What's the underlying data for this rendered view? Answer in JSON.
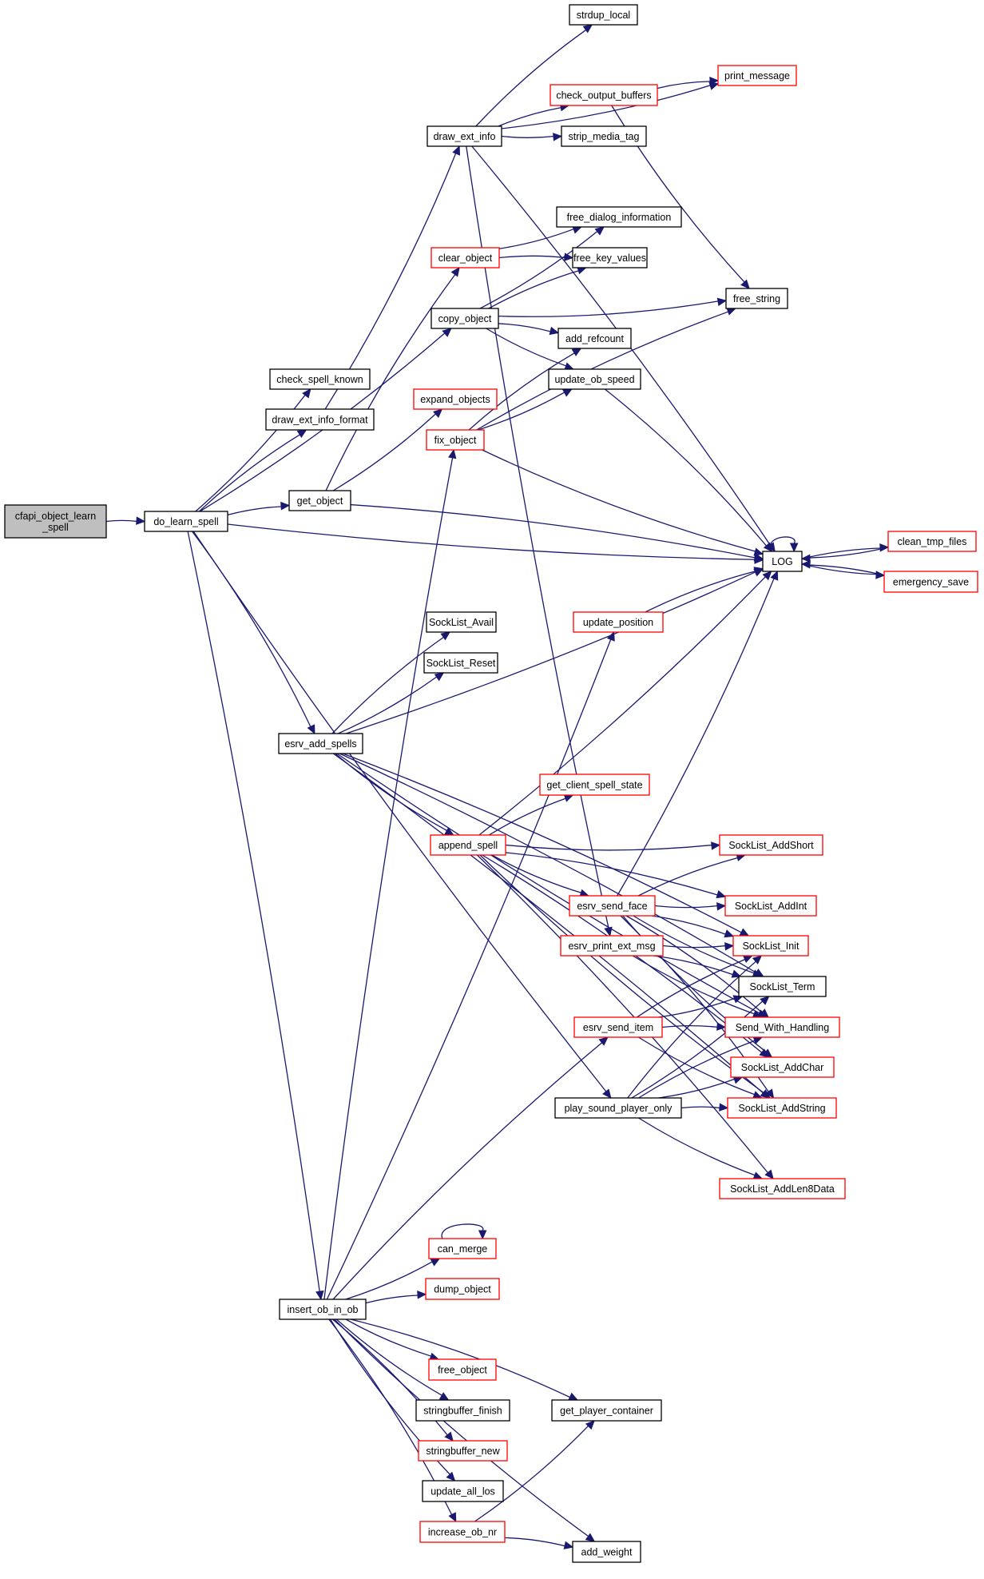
{
  "diagram": {
    "type": "call-graph",
    "colors": {
      "edge": "#191970",
      "root_fill": "#bfbfbf",
      "root_border": "#000000",
      "normal_border": "#000000",
      "truncated_border": "#ff0000",
      "node_fill": "#ffffff"
    },
    "nodes": [
      {
        "id": "cfapi_object_learn_spell",
        "label": [
          "cfapi_object_learn",
          "_spell"
        ],
        "style": "root"
      },
      {
        "id": "do_learn_spell",
        "label": [
          "do_learn_spell"
        ],
        "style": "normal"
      },
      {
        "id": "check_spell_known",
        "label": [
          "check_spell_known"
        ],
        "style": "normal"
      },
      {
        "id": "draw_ext_info_format",
        "label": [
          "draw_ext_info_format"
        ],
        "style": "normal"
      },
      {
        "id": "get_object",
        "label": [
          "get_object"
        ],
        "style": "normal"
      },
      {
        "id": "esrv_add_spells",
        "label": [
          "esrv_add_spells"
        ],
        "style": "normal"
      },
      {
        "id": "insert_ob_in_ob",
        "label": [
          "insert_ob_in_ob"
        ],
        "style": "normal"
      },
      {
        "id": "draw_ext_info",
        "label": [
          "draw_ext_info"
        ],
        "style": "normal"
      },
      {
        "id": "strdup_local",
        "label": [
          "strdup_local"
        ],
        "style": "normal"
      },
      {
        "id": "print_message",
        "label": [
          "print_message"
        ],
        "style": "truncated"
      },
      {
        "id": "check_output_buffers",
        "label": [
          "check_output_buffers"
        ],
        "style": "truncated"
      },
      {
        "id": "strip_media_tag",
        "label": [
          "strip_media_tag"
        ],
        "style": "normal"
      },
      {
        "id": "free_dialog_information",
        "label": [
          "free_dialog_information"
        ],
        "style": "normal"
      },
      {
        "id": "clear_object",
        "label": [
          "clear_object"
        ],
        "style": "truncated"
      },
      {
        "id": "free_key_values",
        "label": [
          "free_key_values"
        ],
        "style": "normal"
      },
      {
        "id": "free_string",
        "label": [
          "free_string"
        ],
        "style": "normal"
      },
      {
        "id": "copy_object",
        "label": [
          "copy_object"
        ],
        "style": "normal"
      },
      {
        "id": "add_refcount",
        "label": [
          "add_refcount"
        ],
        "style": "normal"
      },
      {
        "id": "update_ob_speed",
        "label": [
          "update_ob_speed"
        ],
        "style": "normal"
      },
      {
        "id": "expand_objects",
        "label": [
          "expand_objects"
        ],
        "style": "truncated"
      },
      {
        "id": "fix_object",
        "label": [
          "fix_object"
        ],
        "style": "truncated"
      },
      {
        "id": "LOG",
        "label": [
          "LOG"
        ],
        "style": "normal"
      },
      {
        "id": "clean_tmp_files",
        "label": [
          "clean_tmp_files"
        ],
        "style": "truncated"
      },
      {
        "id": "emergency_save",
        "label": [
          "emergency_save"
        ],
        "style": "truncated"
      },
      {
        "id": "SockList_Avail",
        "label": [
          "SockList_Avail"
        ],
        "style": "normal"
      },
      {
        "id": "SockList_Reset",
        "label": [
          "SockList_Reset"
        ],
        "style": "normal"
      },
      {
        "id": "update_position",
        "label": [
          "update_position"
        ],
        "style": "truncated"
      },
      {
        "id": "get_client_spell_state",
        "label": [
          "get_client_spell_state"
        ],
        "style": "truncated"
      },
      {
        "id": "append_spell",
        "label": [
          "append_spell"
        ],
        "style": "truncated"
      },
      {
        "id": "SockList_AddShort",
        "label": [
          "SockList_AddShort"
        ],
        "style": "truncated"
      },
      {
        "id": "esrv_send_face",
        "label": [
          "esrv_send_face"
        ],
        "style": "truncated"
      },
      {
        "id": "SockList_AddInt",
        "label": [
          "SockList_AddInt"
        ],
        "style": "truncated"
      },
      {
        "id": "esrv_print_ext_msg",
        "label": [
          "esrv_print_ext_msg"
        ],
        "style": "truncated"
      },
      {
        "id": "SockList_Init",
        "label": [
          "SockList_Init"
        ],
        "style": "truncated"
      },
      {
        "id": "SockList_Term",
        "label": [
          "SockList_Term"
        ],
        "style": "normal"
      },
      {
        "id": "esrv_send_item",
        "label": [
          "esrv_send_item"
        ],
        "style": "truncated"
      },
      {
        "id": "Send_With_Handling",
        "label": [
          "Send_With_Handling"
        ],
        "style": "truncated"
      },
      {
        "id": "SockList_AddChar",
        "label": [
          "SockList_AddChar"
        ],
        "style": "truncated"
      },
      {
        "id": "play_sound_player_only",
        "label": [
          "play_sound_player_only"
        ],
        "style": "normal"
      },
      {
        "id": "SockList_AddString",
        "label": [
          "SockList_AddString"
        ],
        "style": "truncated"
      },
      {
        "id": "SockList_AddLen8Data",
        "label": [
          "SockList_AddLen8Data"
        ],
        "style": "truncated"
      },
      {
        "id": "can_merge",
        "label": [
          "can_merge"
        ],
        "style": "truncated"
      },
      {
        "id": "dump_object",
        "label": [
          "dump_object"
        ],
        "style": "truncated"
      },
      {
        "id": "free_object",
        "label": [
          "free_object"
        ],
        "style": "truncated"
      },
      {
        "id": "stringbuffer_finish",
        "label": [
          "stringbuffer_finish"
        ],
        "style": "normal"
      },
      {
        "id": "get_player_container",
        "label": [
          "get_player_container"
        ],
        "style": "normal"
      },
      {
        "id": "stringbuffer_new",
        "label": [
          "stringbuffer_new"
        ],
        "style": "truncated"
      },
      {
        "id": "update_all_los",
        "label": [
          "update_all_los"
        ],
        "style": "normal"
      },
      {
        "id": "increase_ob_nr",
        "label": [
          "increase_ob_nr"
        ],
        "style": "truncated"
      },
      {
        "id": "add_weight",
        "label": [
          "add_weight"
        ],
        "style": "normal"
      }
    ],
    "edges": [
      [
        "cfapi_object_learn_spell",
        "do_learn_spell"
      ],
      [
        "do_learn_spell",
        "check_spell_known"
      ],
      [
        "do_learn_spell",
        "draw_ext_info_format"
      ],
      [
        "do_learn_spell",
        "copy_object"
      ],
      [
        "do_learn_spell",
        "get_object"
      ],
      [
        "do_learn_spell",
        "LOG"
      ],
      [
        "do_learn_spell",
        "esrv_add_spells"
      ],
      [
        "do_learn_spell",
        "play_sound_player_only"
      ],
      [
        "do_learn_spell",
        "insert_ob_in_ob"
      ],
      [
        "draw_ext_info_format",
        "draw_ext_info"
      ],
      [
        "draw_ext_info",
        "strdup_local"
      ],
      [
        "draw_ext_info",
        "print_message"
      ],
      [
        "draw_ext_info",
        "check_output_buffers"
      ],
      [
        "draw_ext_info",
        "strip_media_tag"
      ],
      [
        "draw_ext_info",
        "LOG"
      ],
      [
        "draw_ext_info",
        "esrv_print_ext_msg"
      ],
      [
        "check_output_buffers",
        "print_message"
      ],
      [
        "check_output_buffers",
        "free_string"
      ],
      [
        "get_object",
        "clear_object"
      ],
      [
        "get_object",
        "expand_objects"
      ],
      [
        "get_object",
        "LOG"
      ],
      [
        "clear_object",
        "free_dialog_information"
      ],
      [
        "clear_object",
        "free_key_values"
      ],
      [
        "copy_object",
        "free_dialog_information"
      ],
      [
        "copy_object",
        "free_key_values"
      ],
      [
        "copy_object",
        "free_string"
      ],
      [
        "copy_object",
        "add_refcount"
      ],
      [
        "copy_object",
        "update_ob_speed"
      ],
      [
        "fix_object",
        "add_refcount"
      ],
      [
        "fix_object",
        "update_ob_speed"
      ],
      [
        "fix_object",
        "free_string"
      ],
      [
        "fix_object",
        "LOG"
      ],
      [
        "update_ob_speed",
        "LOG"
      ],
      [
        "LOG",
        "LOG"
      ],
      [
        "LOG",
        "clean_tmp_files"
      ],
      [
        "LOG",
        "emergency_save"
      ],
      [
        "clean_tmp_files",
        "LOG"
      ],
      [
        "emergency_save",
        "LOG"
      ],
      [
        "update_position",
        "LOG"
      ],
      [
        "esrv_add_spells",
        "LOG"
      ],
      [
        "esrv_add_spells",
        "SockList_Avail"
      ],
      [
        "esrv_add_spells",
        "SockList_Reset"
      ],
      [
        "esrv_add_spells",
        "SockList_Init"
      ],
      [
        "esrv_add_spells",
        "append_spell"
      ],
      [
        "esrv_add_spells",
        "SockList_Term"
      ],
      [
        "esrv_add_spells",
        "Send_With_Handling"
      ],
      [
        "esrv_add_spells",
        "SockList_AddString"
      ],
      [
        "append_spell",
        "LOG"
      ],
      [
        "append_spell",
        "get_client_spell_state"
      ],
      [
        "append_spell",
        "SockList_AddShort"
      ],
      [
        "append_spell",
        "SockList_AddInt"
      ],
      [
        "append_spell",
        "esrv_send_face"
      ],
      [
        "append_spell",
        "SockList_AddChar"
      ],
      [
        "append_spell",
        "SockList_AddString"
      ],
      [
        "append_spell",
        "SockList_AddLen8Data"
      ],
      [
        "esrv_send_face",
        "LOG"
      ],
      [
        "esrv_send_face",
        "SockList_AddShort"
      ],
      [
        "esrv_send_face",
        "SockList_AddInt"
      ],
      [
        "esrv_send_face",
        "SockList_Init"
      ],
      [
        "esrv_send_face",
        "SockList_Term"
      ],
      [
        "esrv_send_face",
        "Send_With_Handling"
      ],
      [
        "esrv_send_face",
        "SockList_AddChar"
      ],
      [
        "esrv_send_face",
        "SockList_AddString"
      ],
      [
        "esrv_print_ext_msg",
        "SockList_Init"
      ],
      [
        "esrv_print_ext_msg",
        "SockList_Term"
      ],
      [
        "esrv_print_ext_msg",
        "Send_With_Handling"
      ],
      [
        "esrv_send_item",
        "SockList_Init"
      ],
      [
        "esrv_send_item",
        "SockList_Term"
      ],
      [
        "esrv_send_item",
        "Send_With_Handling"
      ],
      [
        "esrv_send_item",
        "SockList_AddString"
      ],
      [
        "play_sound_player_only",
        "SockList_Init"
      ],
      [
        "play_sound_player_only",
        "SockList_Term"
      ],
      [
        "play_sound_player_only",
        "Send_With_Handling"
      ],
      [
        "play_sound_player_only",
        "SockList_AddChar"
      ],
      [
        "play_sound_player_only",
        "SockList_AddString"
      ],
      [
        "play_sound_player_only",
        "SockList_AddLen8Data"
      ],
      [
        "insert_ob_in_ob",
        "fix_object"
      ],
      [
        "insert_ob_in_ob",
        "update_position"
      ],
      [
        "insert_ob_in_ob",
        "esrv_send_item"
      ],
      [
        "insert_ob_in_ob",
        "can_merge"
      ],
      [
        "insert_ob_in_ob",
        "dump_object"
      ],
      [
        "insert_ob_in_ob",
        "free_object"
      ],
      [
        "insert_ob_in_ob",
        "get_player_container"
      ],
      [
        "insert_ob_in_ob",
        "stringbuffer_finish"
      ],
      [
        "insert_ob_in_ob",
        "stringbuffer_new"
      ],
      [
        "insert_ob_in_ob",
        "update_all_los"
      ],
      [
        "insert_ob_in_ob",
        "increase_ob_nr"
      ],
      [
        "insert_ob_in_ob",
        "add_weight"
      ],
      [
        "can_merge",
        "can_merge"
      ],
      [
        "increase_ob_nr",
        "get_player_container"
      ],
      [
        "increase_ob_nr",
        "add_weight"
      ]
    ]
  }
}
